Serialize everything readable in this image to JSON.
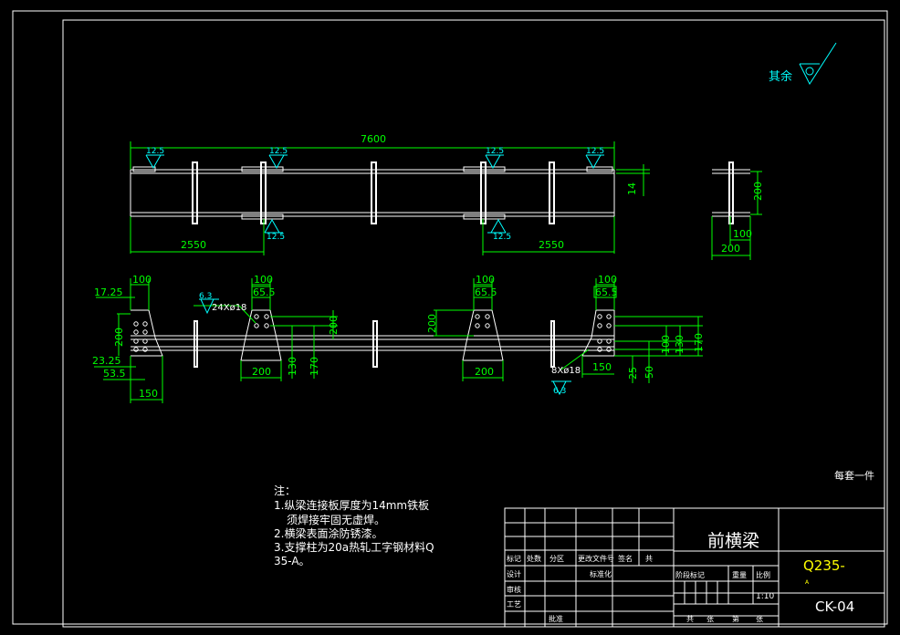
{
  "surface_finish": {
    "label": "其余"
  },
  "welds": {
    "top": [
      "12.5",
      "12.5",
      "12.5",
      "12.5"
    ],
    "bottom": [
      "12.5",
      "12.5"
    ],
    "detail_left": "6.3",
    "detail_right": "6.3"
  },
  "dims": {
    "overall_length": "7600",
    "left_segment": "2550",
    "right_segment": "2550",
    "thickness": "14",
    "side_height": "200",
    "side_width": "200",
    "side_flange": "100",
    "d17": "17.25",
    "d100_a": "100",
    "d200_a": "200",
    "d23": "23.25",
    "d53": "53.5",
    "d150_a": "150",
    "holes_left": "24Xø18",
    "d100_b": "100",
    "d65_b": "65.5",
    "d200_b": "200",
    "d200_bh": "200",
    "d130_b": "130",
    "d170_b": "170",
    "d100_c": "100",
    "d65_c": "65.5",
    "d200_ch": "200",
    "d200_c": "200",
    "holes_right": "8Xø18",
    "d100_d": "100",
    "d65_d": "65.5",
    "d150_d": "150",
    "d25_d": "25",
    "d50_d": "50",
    "d100_dv": "100",
    "d130_dv": "130",
    "d170_dv": "170"
  },
  "per_set": "每套一件",
  "notes": {
    "title": "注：",
    "line1": "1.纵梁连接板厚度为14mm铁板",
    "line2": "须焊接牢固无虚焊。",
    "line3": "2.横梁表面涂防锈漆。",
    "line4": "3.支撑柱为20a热轧工字钢材料Q",
    "line5": "35-A。"
  },
  "title_block": {
    "part_name": "前横梁",
    "material": "Q235-",
    "material2": "A",
    "drawing_no": "CK-04",
    "scale": "1:10",
    "cells": {
      "mark": "标记",
      "count": "处数",
      "zone": "分区",
      "change_doc": "更改文件号",
      "sign": "签名",
      "design": "设计",
      "standardize": "标准化",
      "stage_mark": "阶段标记",
      "weight": "重量",
      "ratio": "比例",
      "review": "审核",
      "process": "工艺",
      "approve": "批准",
      "sheet_total": "共",
      "sheet": "张",
      "sheet_no": "第"
    }
  }
}
